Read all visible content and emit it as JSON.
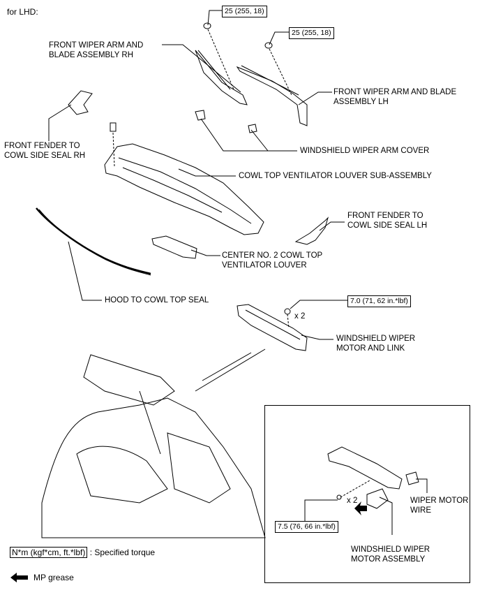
{
  "heading": "for LHD:",
  "labels": {
    "wiper_arm_rh": "FRONT WIPER ARM AND\nBLADE ASSEMBLY RH",
    "wiper_arm_lh": "FRONT WIPER ARM AND BLADE\nASSEMBLY LH",
    "fender_seal_rh": "FRONT FENDER TO\nCOWL SIDE SEAL RH",
    "arm_cover": "WINDSHIELD WIPER ARM COVER",
    "louver_sub": "COWL TOP VENTILATOR LOUVER SUB-ASSEMBLY",
    "fender_seal_lh": "FRONT FENDER TO\nCOWL SIDE SEAL LH",
    "center_louver": "CENTER NO. 2 COWL TOP\nVENTILATOR LOUVER",
    "hood_seal": "HOOD TO COWL TOP SEAL",
    "motor_link": "WINDSHIELD WIPER\nMOTOR AND LINK",
    "motor_wire": "WIPER MOTOR\nWIRE",
    "motor_assy": "WINDSHIELD WIPER\nMOTOR ASSEMBLY"
  },
  "torques": {
    "nut_rh": "25 (255, 18)",
    "nut_lh": "25 (255, 18)",
    "link_bolt": "7.0 (71, 62 in.*lbf)",
    "motor_bolt": "7.5 (76, 66 in.*lbf)"
  },
  "quantities": {
    "link_bolt": "x 2",
    "motor_bolt": "x 2"
  },
  "legend": {
    "torque_unit": "N*m (kgf*cm, ft.*lbf)",
    "torque_text": ": Specified torque",
    "grease_text": "MP grease"
  }
}
